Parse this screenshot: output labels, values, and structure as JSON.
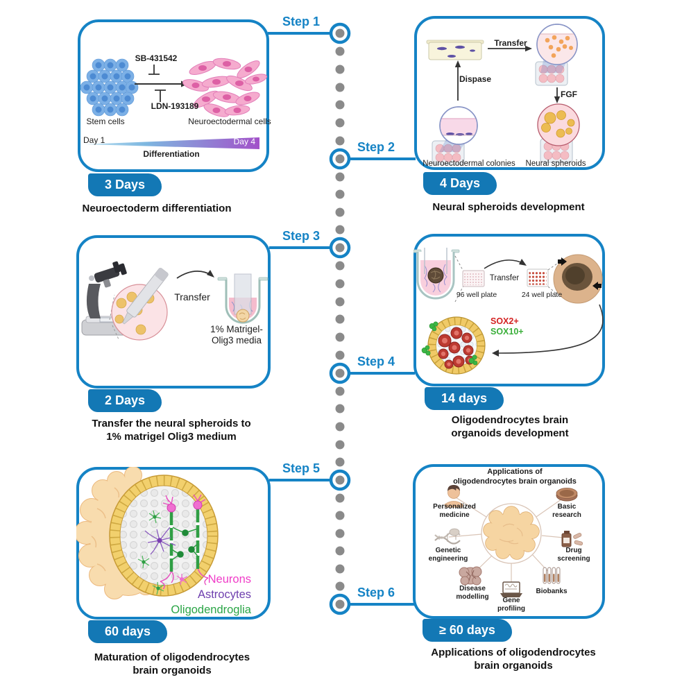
{
  "colors": {
    "accent_blue": "#1583c5",
    "badge_blue": "#1378b5",
    "timeline_dot_gray": "#8a8a8a",
    "gradient_start_blue": "#8ecbe9",
    "gradient_end_purple": "#a251c9",
    "sox2_red": "#d42222",
    "sox10_green": "#3aaf3a",
    "neurons_pink": "#f03cc8",
    "astrocytes_purple": "#6e3fae",
    "oligodendroglia_green": "#2aa546"
  },
  "steps": [
    {
      "label": "Step 1",
      "duration": "3 Days",
      "caption": "Neuroectoderm differentiation"
    },
    {
      "label": "Step 2",
      "duration": "4 Days",
      "caption": "Neural spheroids development"
    },
    {
      "label": "Step 3",
      "duration": "2 Days",
      "caption": "Transfer the neural spheroids to\n1% matrigel Olig3 medium"
    },
    {
      "label": "Step 4",
      "duration": "14 days",
      "caption": "Oligodendrocytes brain\norganoids development"
    },
    {
      "label": "Step 5",
      "duration": "60 days",
      "caption": "Maturation of oligodendrocytes\nbrain organoids"
    },
    {
      "label": "Step 6",
      "duration": "≥ 60 days",
      "caption": "Applications of oligodendrocytes\nbrain organoids"
    }
  ],
  "panel1": {
    "inhibitor_top": "SB-431542",
    "inhibitor_bottom": "LDN-193189",
    "left_cells": "Stem cells",
    "right_cells": "Neuroectodermal cells",
    "day_start": "Day 1",
    "day_end": "Day 4",
    "axis_label": "Differentiation"
  },
  "panel2": {
    "transfer": "Transfer",
    "dispase": "Dispase",
    "fgf": "FGF",
    "left_caption": "Neuroectodermal colonies",
    "right_caption": "Neural spheroids"
  },
  "panel3": {
    "transfer": "Transfer",
    "media": "1% Matrigel-\nOlig3 media"
  },
  "panel4": {
    "plate96": "96 well plate",
    "transfer": "Transfer",
    "plate24": "24 well plate",
    "marker_red": "SOX2+",
    "marker_green": "SOX10+"
  },
  "panel5": {
    "legend": [
      {
        "label": "Neurons",
        "color": "#f03cc8"
      },
      {
        "label": "Astrocytes",
        "color": "#6e3fae"
      },
      {
        "label": "Oligodendroglia",
        "color": "#2aa546"
      }
    ]
  },
  "panel6": {
    "title": "Applications of\noligodendrocytes brain organoids",
    "items": [
      {
        "label": "Personalized\nmedicine",
        "icon": "person-icon"
      },
      {
        "label": "Basic\nresearch",
        "icon": "petri-dish-icon"
      },
      {
        "label": "Genetic\nengineering",
        "icon": "dna-icon"
      },
      {
        "label": "Drug\nscreening",
        "icon": "pill-bottle-icon"
      },
      {
        "label": "Disease\nmodelling",
        "icon": "diseased-brain-icon"
      },
      {
        "label": "Gene\nprofiling",
        "icon": "laptop-icon"
      },
      {
        "label": "Biobanks",
        "icon": "test-tubes-icon"
      }
    ]
  }
}
